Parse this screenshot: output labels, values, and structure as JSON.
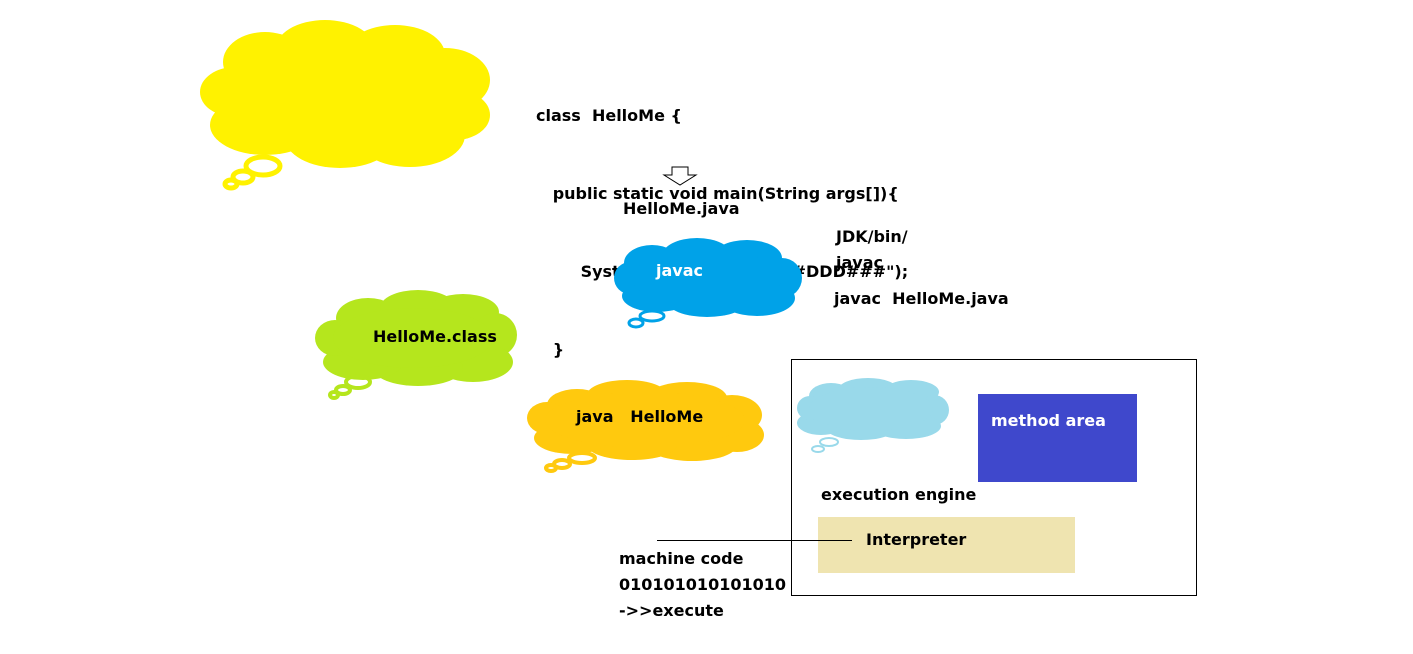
{
  "code": {
    "lines": [
      "class  HelloMe {",
      "   public static void main(String args[]){",
      "        System.out.println(\"###DDD###\");",
      "   }",
      "}"
    ]
  },
  "source_file": "HelloMe.java",
  "javac_cloud": {
    "label": "javac",
    "color": "#00A2E8"
  },
  "jdk_note": {
    "line1": "JDK/bin/",
    "line2": "javac",
    "command": "javac  HelloMe.java"
  },
  "class_cloud": {
    "label": "HelloMe.class",
    "color": "#B5E61D"
  },
  "java_cloud": {
    "label": "java   HelloMe",
    "color": "#FFC90E"
  },
  "thought_cloud_yellow": {
    "color": "#FFF200"
  },
  "thought_cloud_lightblue": {
    "color": "#99D9EA"
  },
  "jvm": {
    "method_area": {
      "label": "method area",
      "color": "#3F48CC"
    },
    "execution_engine": "execution engine",
    "interpreter": {
      "label": "Interpreter",
      "color": "#EFE4B0"
    }
  },
  "machine_code": {
    "line1": "machine code",
    "line2": "010101010101010",
    "line3": "->>execute"
  }
}
